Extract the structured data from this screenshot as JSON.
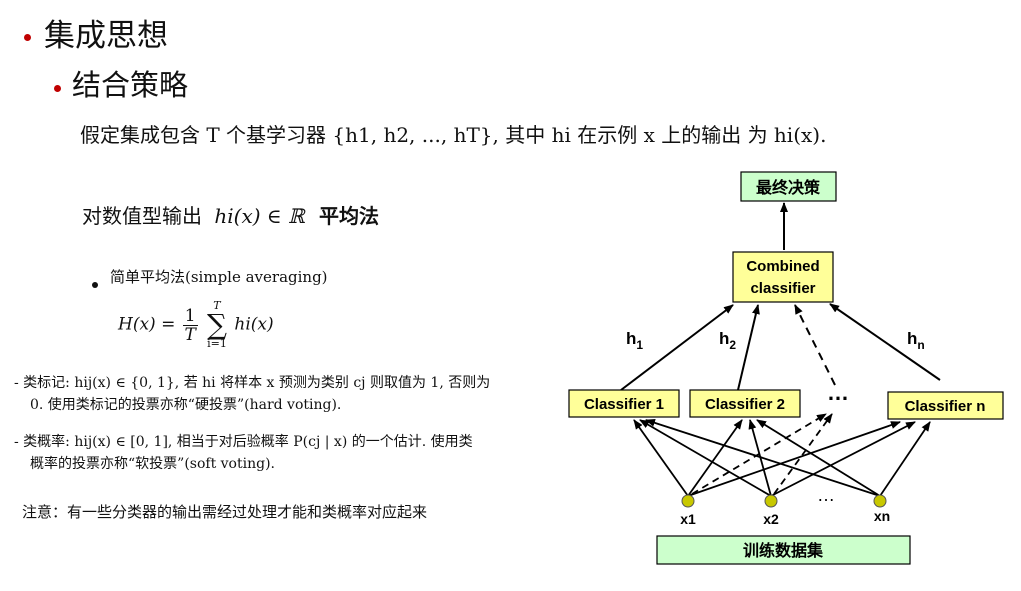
{
  "heading1": "集成思想",
  "heading2": "结合策略",
  "intro": "假定集成包含 T 个基学习器 {h1, h2, ..., hT}, 其中 hi 在示例 x 上的输出 为 hi(x).",
  "numeric": {
    "prefix": "对数值型输出",
    "math": "hi(x) ∈ ℝ",
    "method": "平均法"
  },
  "simple_avg": {
    "label": "简单平均法(simple averaging)",
    "formula_lhs": "H(x) =",
    "frac_num": "1",
    "frac_den": "T",
    "sum_top": "T",
    "sum_sym": "∑",
    "sum_bot": "i=1",
    "formula_rhs": "hi(x)"
  },
  "hard_voting": {
    "line1": "- 类标记: hij(x) ∈ {0, 1}, 若 hi 将样本 x 预测为类别 cj 则取值为 1, 否则为",
    "line2": "0. 使用类标记的投票亦称“硬投票”(hard voting)."
  },
  "soft_voting": {
    "line1": "- 类概率: hij(x) ∈ [0, 1], 相当于对后验概率 P(cj | x) 的一个估计. 使用类",
    "line2": "概率的投票亦称“软投票”(soft voting)."
  },
  "note": "注意：有一些分类器的输出需经过处理才能和类概率对应起来",
  "diagram": {
    "final_decision": "最终决策",
    "combined_line1": "Combined",
    "combined_line2": "classifier",
    "h_labels": [
      {
        "base": "h",
        "sub": "1"
      },
      {
        "base": "h",
        "sub": "2"
      },
      {
        "base": "h",
        "sub": "n"
      }
    ],
    "classifiers": [
      "Classifier 1",
      "Classifier 2",
      "Classifier n"
    ],
    "ellipsis": "…",
    "inputs": [
      "x1",
      "x2",
      "xn"
    ],
    "training_set": "训练数据集",
    "colors": {
      "box_yellow": "#ffff99",
      "box_green": "#ccffcc",
      "node": "#c8c800"
    }
  }
}
